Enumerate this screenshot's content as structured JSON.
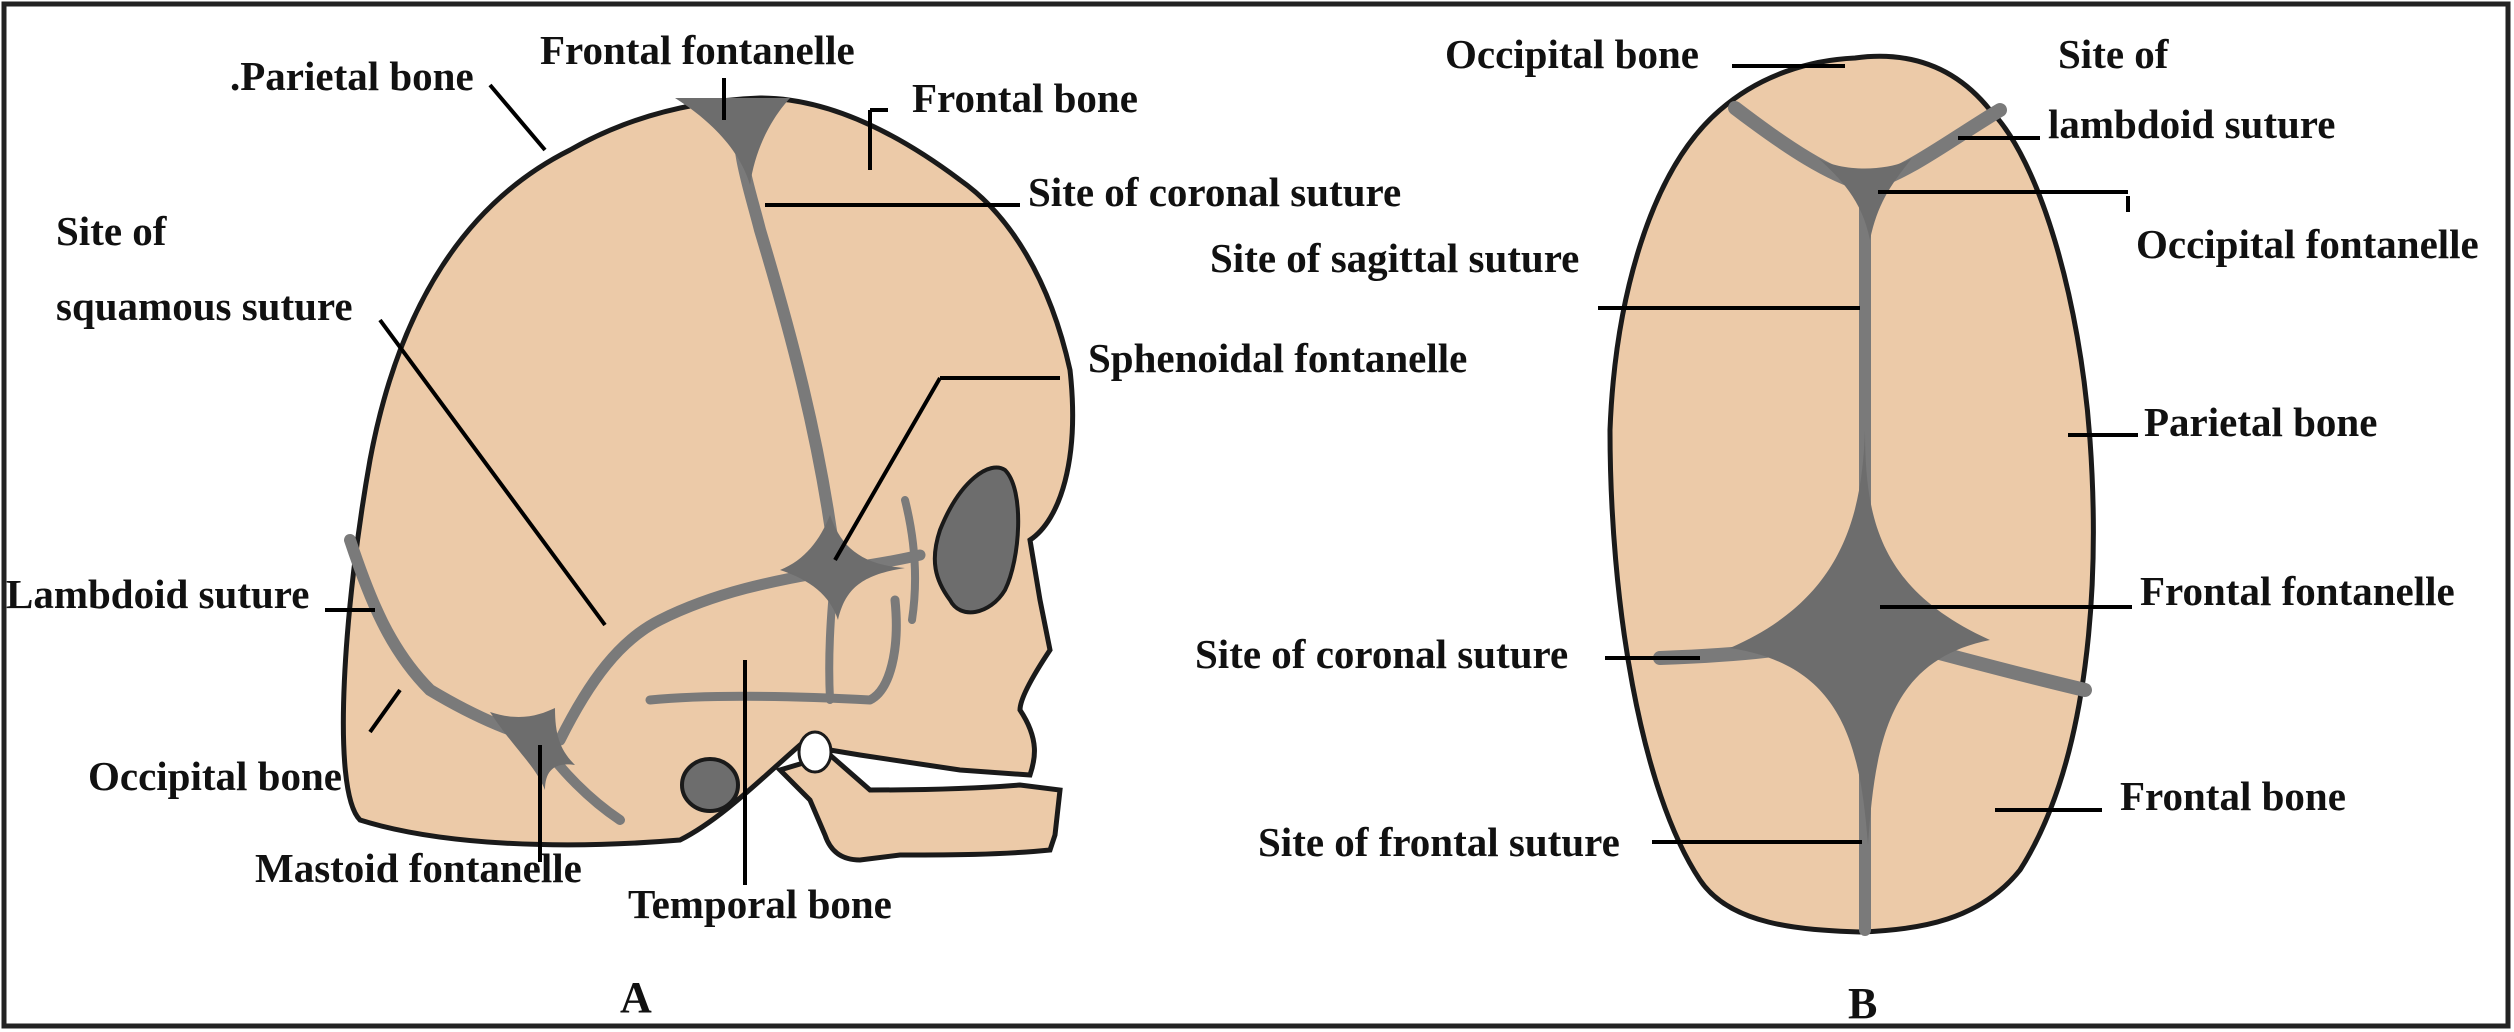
{
  "colors": {
    "bone": "#eccaa8",
    "suture": "#7a7a7a",
    "fontanelle": "#6d6d6d",
    "outline": "#1a1a1a",
    "frame": "#222222",
    "background": "#ffffff"
  },
  "figureA": {
    "panel_label": "A",
    "labels": {
      "parietal_bone": ".Parietal bone",
      "frontal_fontanelle": "Frontal fontanelle",
      "frontal_bone": "Frontal bone",
      "site_coronal": "Site of coronal suture",
      "site_of": "Site of",
      "squamous_suture": "squamous suture",
      "sphenoidal_fontanelle": "Sphenoidal fontanelle",
      "lambdoid_suture": "Lambdoid suture",
      "occipital_bone": "Occipital bone",
      "mastoid_fontanelle": "Mastoid fontanelle",
      "temporal_bone": "Temporal bone"
    }
  },
  "figureB": {
    "panel_label": "B",
    "labels": {
      "occipital_bone": "Occipital bone",
      "site_of": "Site of",
      "lambdoid_suture": "lambdoid suture",
      "occipital_fontanelle": "Occipital fontanelle",
      "site_sagittal": "Site of sagittal suture",
      "parietal_bone": "Parietal bone",
      "frontal_fontanelle": "Frontal fontanelle",
      "site_coronal": "Site of coronal suture",
      "frontal_bone": "Frontal bone",
      "site_frontal": "Site of frontal suture"
    }
  }
}
